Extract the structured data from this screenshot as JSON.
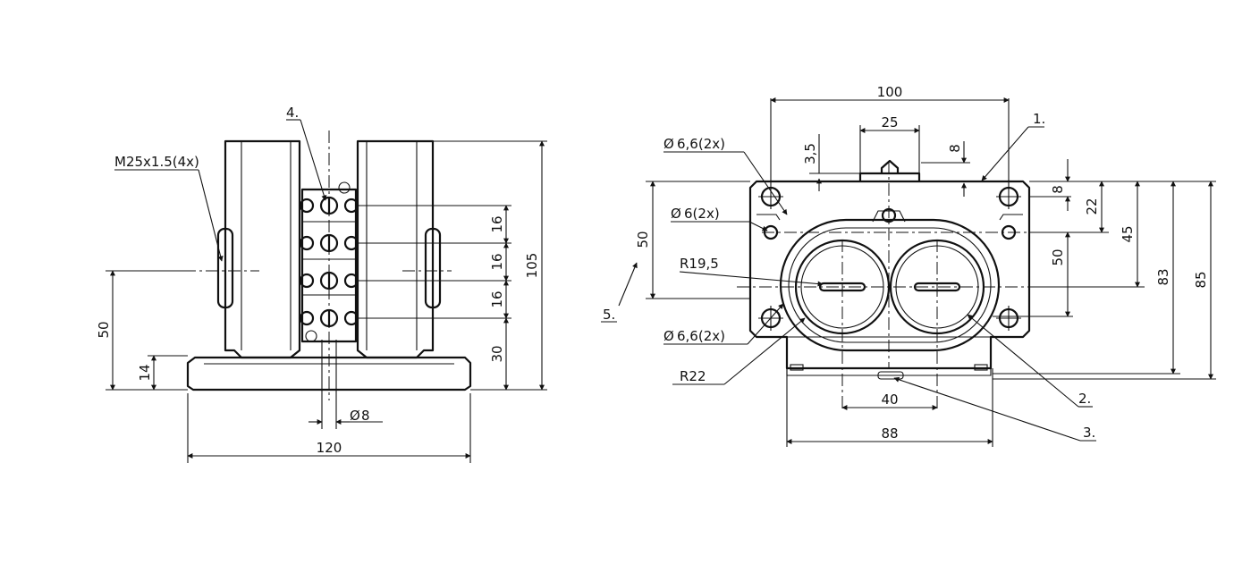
{
  "front_view": {
    "thread_callout": "M25x1.5(4x)",
    "item_4": "4.",
    "dim_16_a": "16",
    "dim_16_b": "16",
    "dim_16_c": "16",
    "dim_30": "30",
    "dim_105": "105",
    "dim_50": "50",
    "dim_14": "14",
    "dim_dia8": "8",
    "dim_120": "120"
  },
  "top_view": {
    "dim_100": "100",
    "dim_25": "25",
    "dim_3_5": "3,5",
    "dim_8_top": "8",
    "item_1": "1.",
    "hole_66_top": "6,6(2x)",
    "hole_6": "6(2x)",
    "dim_50_left": "50",
    "radius_19_5": "R19,5",
    "item_5": "5.",
    "hole_66_bottom": "6,6(2x)",
    "radius_22": "R22",
    "dim_40": "40",
    "dim_88": "88",
    "item_2": "2.",
    "item_3": "3.",
    "dim_8_right": "8",
    "dim_22": "22",
    "dim_45": "45",
    "dim_50_right": "50",
    "dim_83": "83",
    "dim_85": "85"
  },
  "symbols": {
    "diameter": "Ø"
  }
}
